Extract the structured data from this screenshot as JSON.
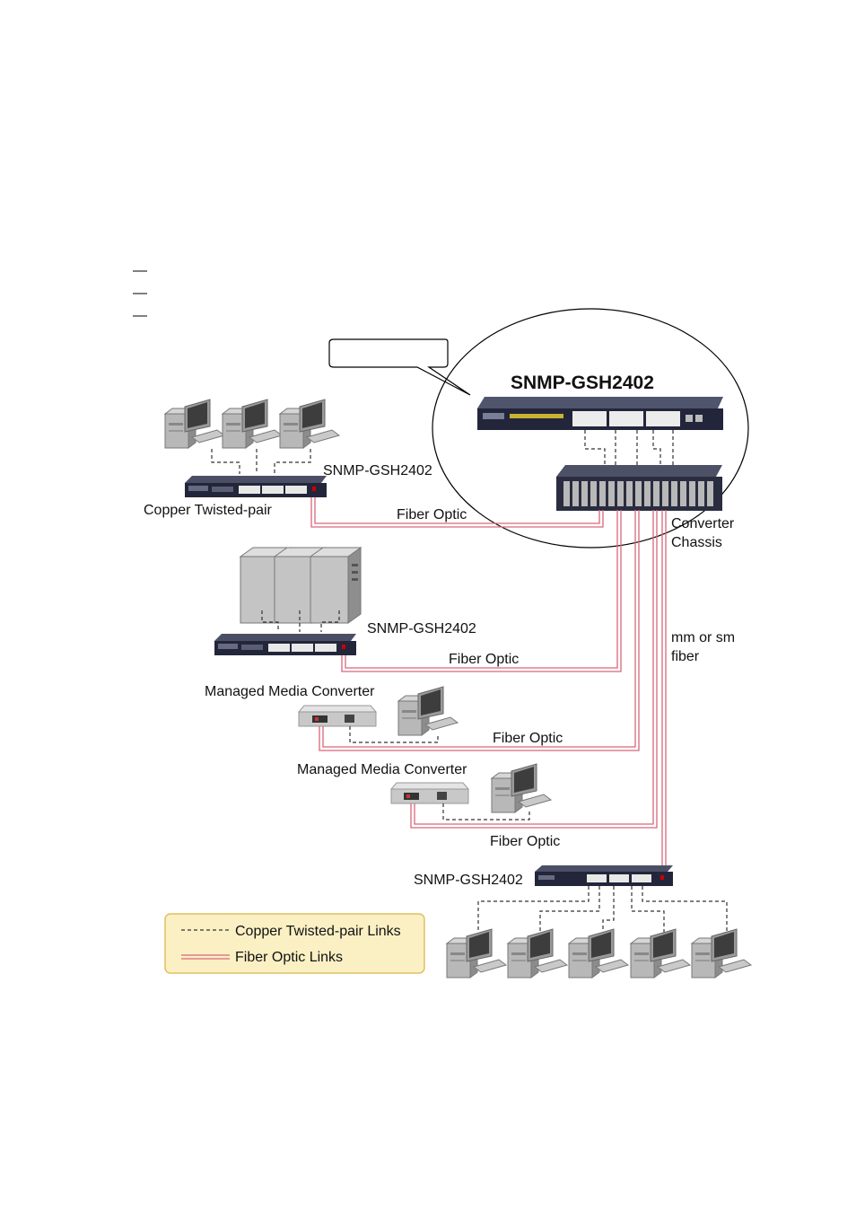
{
  "callout": {
    "title": "SNMP-GSH2402"
  },
  "labels": {
    "top_left_switch": "SNMP-GSH2402",
    "copper_twisted_pair": "Copper Twisted-pair",
    "fiber_optic_1": "Fiber Optic",
    "converter_chassis_line1": "Converter",
    "converter_chassis_line2": "Chassis",
    "server_switch": "SNMP-GSH2402",
    "fiber_optic_2": "Fiber Optic",
    "mm_sm_line1": "mm or sm",
    "mm_sm_line2": "fiber",
    "media_converter_1": "Managed Media Converter",
    "fiber_optic_3": "Fiber Optic",
    "media_converter_2": "Managed Media Converter",
    "fiber_optic_4": "Fiber Optic",
    "bottom_switch": "SNMP-GSH2402"
  },
  "legend": {
    "copper_label": "Copper Twisted-pair Links",
    "fiber_label": "Fiber Optic Links"
  },
  "colors": {
    "fiber": "#d9667a",
    "legend_bg": "#fbf0c4",
    "legend_border": "#e0c060",
    "switch_body": "#23263a"
  }
}
